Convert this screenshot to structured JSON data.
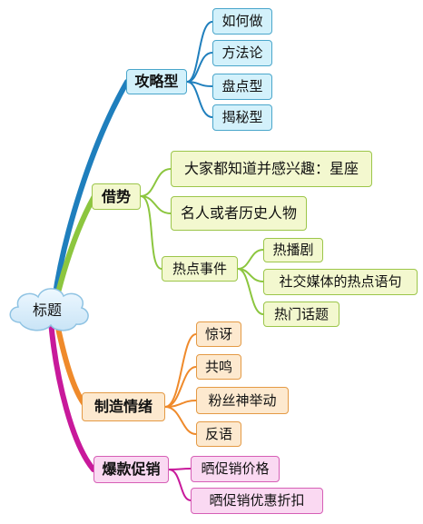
{
  "root": {
    "label": "标题"
  },
  "colors": {
    "blue_line": "#1f7fbd",
    "green_line": "#8cc63f",
    "orange_line": "#ef8a2b",
    "pink_line": "#c8199b"
  },
  "branches": [
    {
      "label": "攻略型",
      "color": "blue",
      "children": [
        "如何做",
        "方法论",
        "盘点型",
        "揭秘型"
      ]
    },
    {
      "label": "借势",
      "color": "green",
      "children": [
        {
          "label": "大家都知道并感兴趣：星座"
        },
        {
          "label": "名人或者历史人物"
        },
        {
          "label": "热点事件",
          "children": [
            "热播剧",
            "社交媒体的热点语句",
            "热门话题"
          ]
        }
      ]
    },
    {
      "label": "制造情绪",
      "color": "orange",
      "children": [
        "惊讶",
        "共鸣",
        "粉丝神举动",
        "反语"
      ]
    },
    {
      "label": "爆款促销",
      "color": "pink",
      "children": [
        "晒促销价格",
        "晒促销优惠折扣"
      ]
    }
  ]
}
